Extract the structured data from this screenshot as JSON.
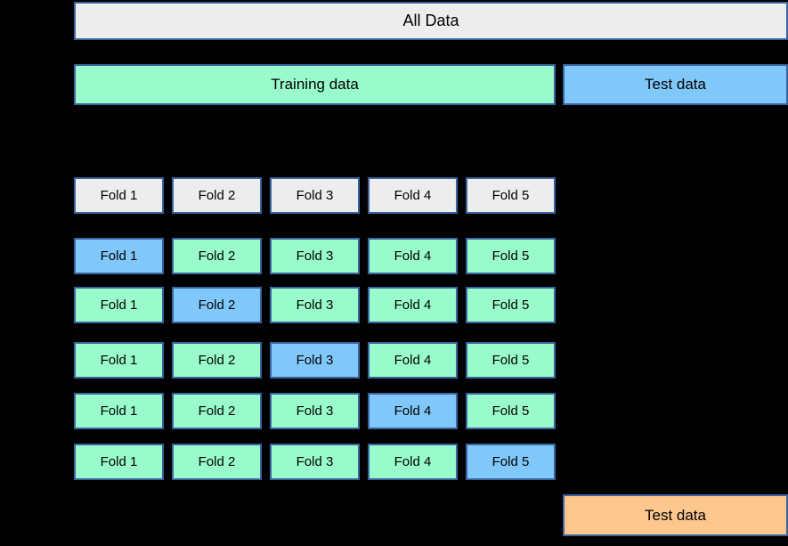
{
  "colors": {
    "background": "#000000",
    "box_border": "#3a649e",
    "gray_fill": "#ededed",
    "green_fill": "#99fbcb",
    "blue_fill": "#80c8fa",
    "orange_fill": "#fcc68d",
    "text": "#000000"
  },
  "top": {
    "all_data_label": "All Data",
    "training_label": "Training data",
    "test_label": "Test data"
  },
  "fold_grid": {
    "rows": [
      {
        "cells": [
          {
            "label": "Fold 1",
            "role": "plain"
          },
          {
            "label": "Fold 2",
            "role": "plain"
          },
          {
            "label": "Fold 3",
            "role": "plain"
          },
          {
            "label": "Fold 4",
            "role": "plain"
          },
          {
            "label": "Fold 5",
            "role": "plain"
          }
        ]
      },
      {
        "cells": [
          {
            "label": "Fold 1",
            "role": "test"
          },
          {
            "label": "Fold 2",
            "role": "train"
          },
          {
            "label": "Fold 3",
            "role": "train"
          },
          {
            "label": "Fold 4",
            "role": "train"
          },
          {
            "label": "Fold 5",
            "role": "train"
          }
        ]
      },
      {
        "cells": [
          {
            "label": "Fold 1",
            "role": "train"
          },
          {
            "label": "Fold 2",
            "role": "test"
          },
          {
            "label": "Fold 3",
            "role": "train"
          },
          {
            "label": "Fold 4",
            "role": "train"
          },
          {
            "label": "Fold 5",
            "role": "train"
          }
        ]
      },
      {
        "cells": [
          {
            "label": "Fold 1",
            "role": "train"
          },
          {
            "label": "Fold 2",
            "role": "train"
          },
          {
            "label": "Fold 3",
            "role": "test"
          },
          {
            "label": "Fold 4",
            "role": "train"
          },
          {
            "label": "Fold 5",
            "role": "train"
          }
        ]
      },
      {
        "cells": [
          {
            "label": "Fold 1",
            "role": "train"
          },
          {
            "label": "Fold 2",
            "role": "train"
          },
          {
            "label": "Fold 3",
            "role": "train"
          },
          {
            "label": "Fold 4",
            "role": "test"
          },
          {
            "label": "Fold 5",
            "role": "train"
          }
        ]
      },
      {
        "cells": [
          {
            "label": "Fold 1",
            "role": "train"
          },
          {
            "label": "Fold 2",
            "role": "train"
          },
          {
            "label": "Fold 3",
            "role": "train"
          },
          {
            "label": "Fold 4",
            "role": "train"
          },
          {
            "label": "Fold 5",
            "role": "test"
          }
        ]
      }
    ]
  },
  "bottom": {
    "final_test_label": "Test data"
  }
}
